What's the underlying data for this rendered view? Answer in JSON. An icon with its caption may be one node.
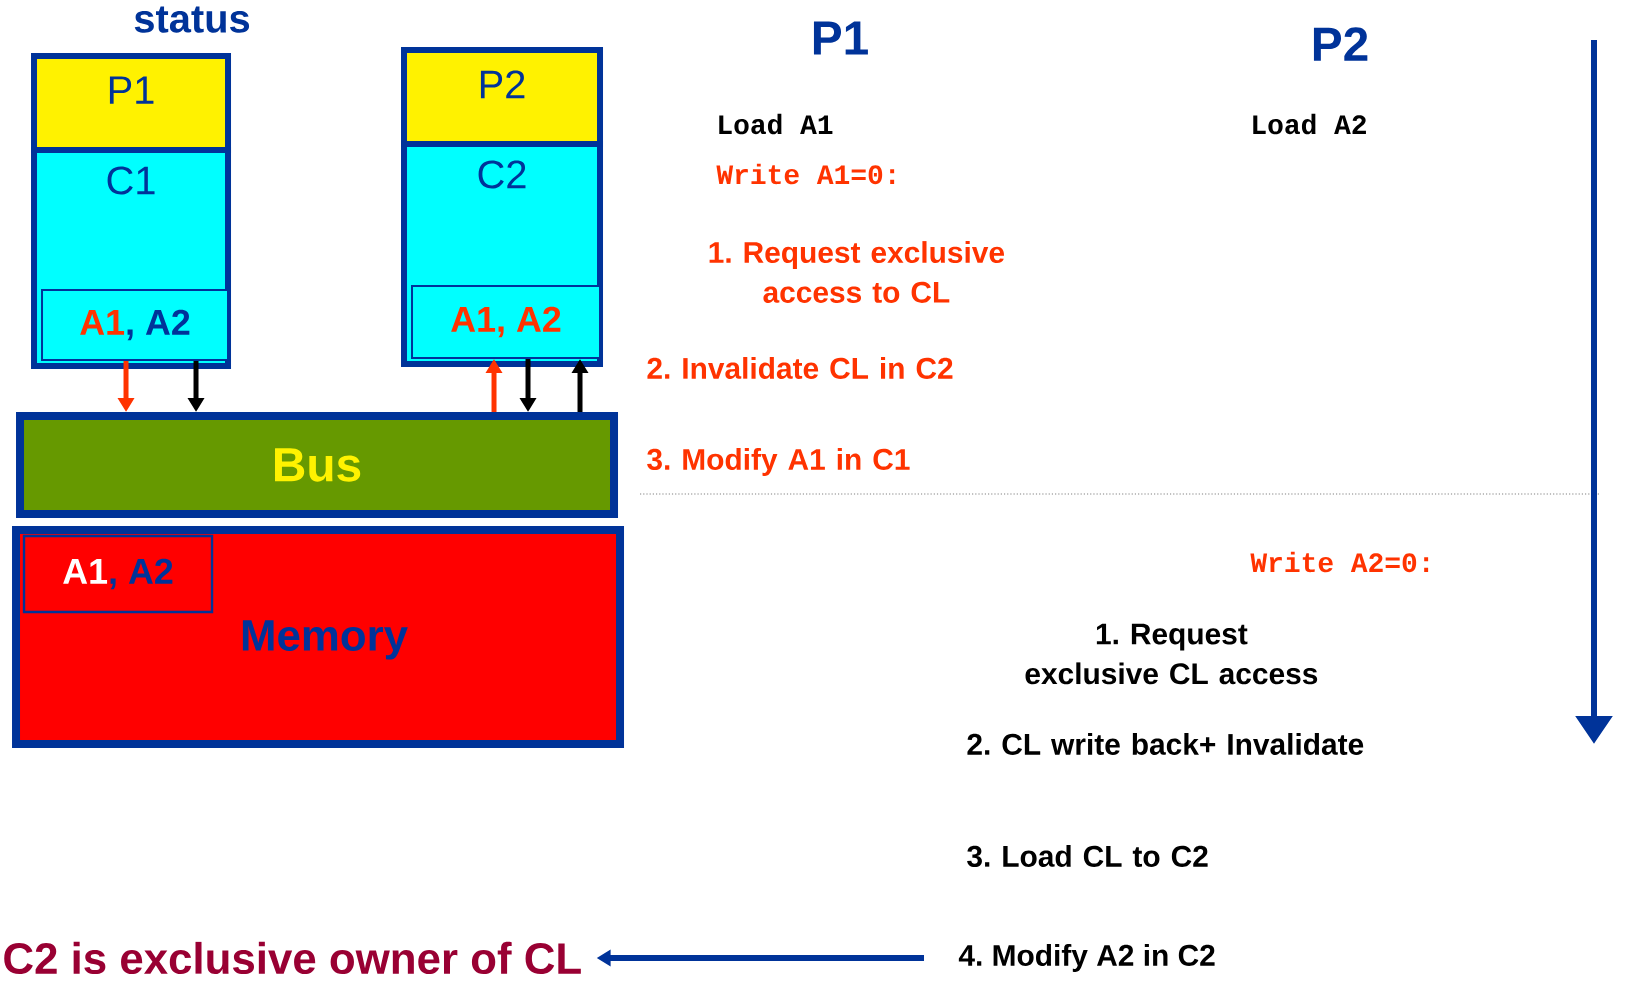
{
  "diagram": {
    "nodes": [
      {
        "text": [
          "P1"
        ]
      },
      {
        "text": [
          "C1"
        ]
      },
      {
        "text": [
          "A1",
          ", A2"
        ],
        "in": 1
      },
      {
        "text": [
          "P2"
        ]
      },
      {
        "text": [
          "C2"
        ]
      },
      {
        "text": [
          "A1, A2"
        ],
        "in": 4
      },
      {
        "text": [
          "Bus"
        ]
      },
      {
        "text": [
          "Memory"
        ]
      },
      {
        "text": [
          "A1",
          ", A2"
        ],
        "in": 7
      },
      {
        "text": [
          "C2 is exclusive owner of CL"
        ]
      },
      {
        "text": [
          "4. Modify A2 in C2"
        ]
      }
    ],
    "edges": [
      {
        "from": 2,
        "to": 6,
        "arrow": "to",
        "color": "#ff3300"
      },
      {
        "from": 2,
        "to": 6,
        "arrow": "to"
      },
      {
        "from": 6,
        "to": 5,
        "arrow": "to",
        "color": "#ff3300"
      },
      {
        "from": 5,
        "to": 6,
        "arrow": "to"
      },
      {
        "from": 6,
        "to": 5,
        "arrow": "to"
      },
      {
        "from": 10,
        "to": 9,
        "arrow": "to",
        "color": "#003399"
      }
    ],
    "labels": [
      "status",
      "P1",
      "P2",
      "Load A1",
      "Load A2",
      "Write A1=0:",
      "1. Request exclusive access to CL",
      "2. Invalidate CL in C2",
      "3. Modify A1 in C1",
      "Write A2=0:",
      "1. Request exclusive CL access",
      "2. CL write back+ Invalidate",
      "3. Load CL to C2"
    ]
  }
}
